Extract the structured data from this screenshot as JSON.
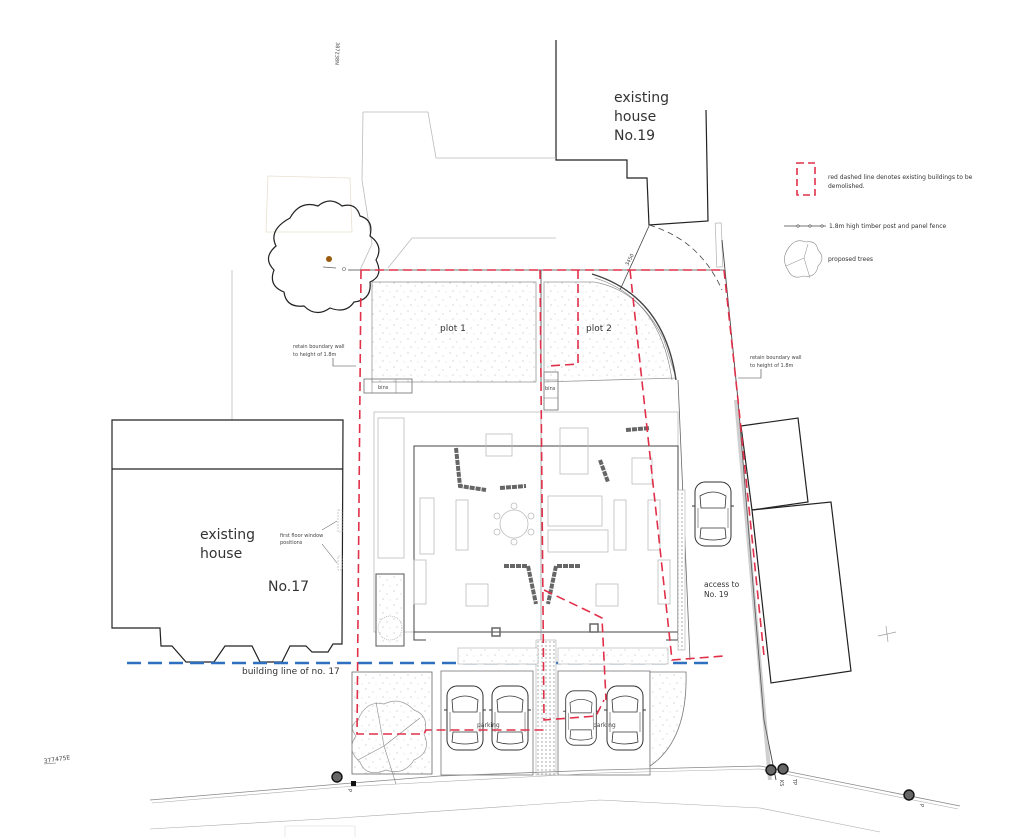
{
  "drawing": {
    "type": "site plan",
    "colors": {
      "demolish_line": "#e0304a",
      "building_line": "#2e6fc0",
      "outline": "#222222",
      "tree_trunk": "#9a5a10"
    },
    "grid_refs": {
      "north": "387238N",
      "east": "377475E"
    }
  },
  "labels": {
    "house19": [
      "existing",
      "house",
      "No.19"
    ],
    "house17": [
      "existing",
      "house",
      "No.17"
    ],
    "plot1": "plot 1",
    "plot2": "plot 2",
    "bins1": "bins",
    "bins2": "bins",
    "retain_wall_left": [
      "retain boundary wall",
      "to height of 1.8m"
    ],
    "retain_wall_right": [
      "retain boundary wall",
      "to height of 1.8m"
    ],
    "first_floor_windows": [
      "first floor window",
      "positions"
    ],
    "building_line": "building line of no. 17",
    "access": [
      "access to",
      "No. 19"
    ],
    "parking1": "parking",
    "parking2": "parking",
    "dimension": "3450",
    "street_marks": [
      "TP",
      "KS",
      "P",
      "P"
    ]
  },
  "legend": {
    "items": [
      {
        "symbol": "red-dashed-rectangle",
        "text": [
          "red dashed line denotes existing buildings to be",
          "demolished."
        ]
      },
      {
        "symbol": "fence-line",
        "text": [
          "1.8m high timber post and panel fence"
        ]
      },
      {
        "symbol": "tree",
        "text": [
          "proposed trees"
        ]
      }
    ]
  }
}
